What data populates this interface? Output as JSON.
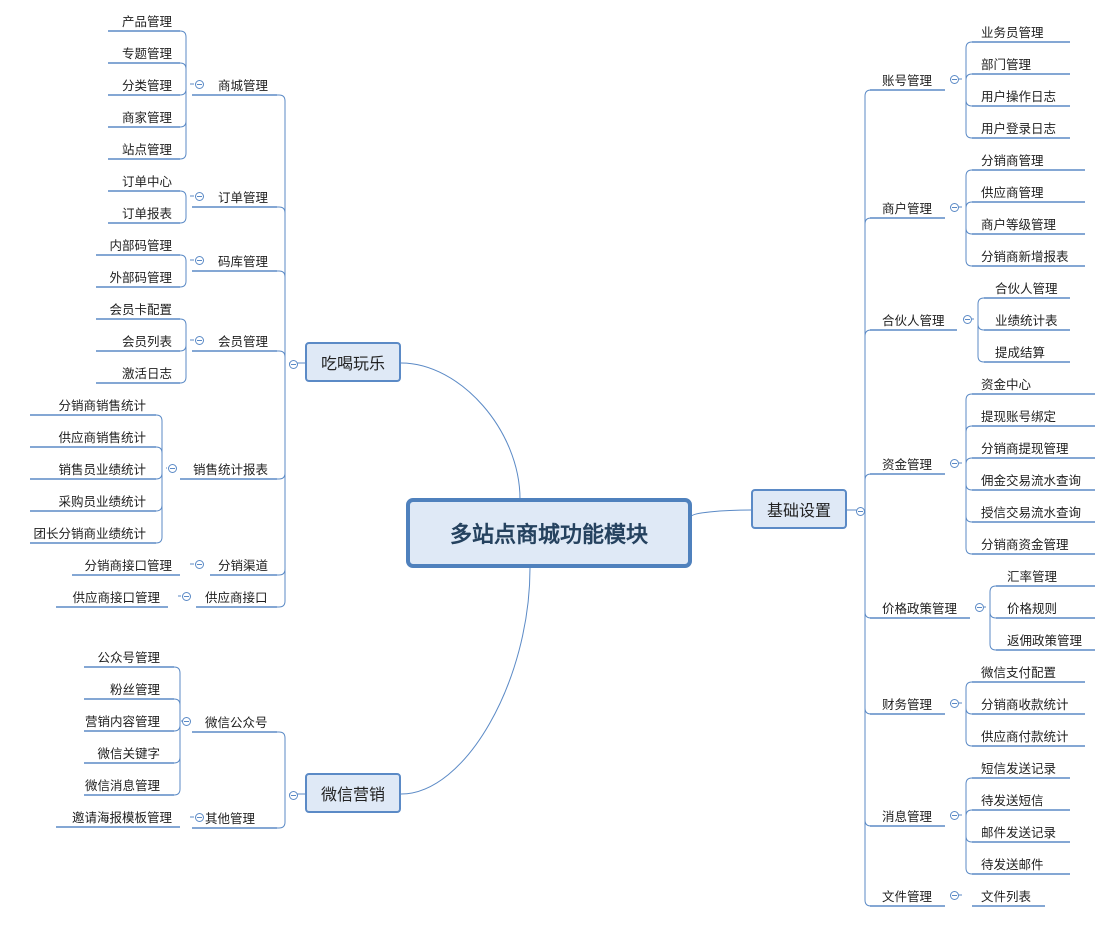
{
  "root": "多站点商城功能模块",
  "branches": [
    {
      "key": "b1",
      "label": "吃喝玩乐",
      "subs": [
        {
          "label": "商城管理",
          "leaves": [
            "产品管理",
            "专题管理",
            "分类管理",
            "商家管理",
            "站点管理"
          ]
        },
        {
          "label": "订单管理",
          "leaves": [
            "订单中心",
            "订单报表"
          ]
        },
        {
          "label": "码库管理",
          "leaves": [
            "内部码管理",
            "外部码管理"
          ]
        },
        {
          "label": "会员管理",
          "leaves": [
            "会员卡配置",
            "会员列表",
            "激活日志"
          ]
        },
        {
          "label": "销售统计报表",
          "leaves": [
            "分销商销售统计",
            "供应商销售统计",
            "销售员业绩统计",
            "采购员业绩统计",
            "团长分销商业绩统计"
          ]
        },
        {
          "label": "分销渠道",
          "leaves": [
            "分销商接口管理"
          ]
        },
        {
          "label": "供应商接口",
          "leaves": [
            "供应商接口管理"
          ]
        }
      ]
    },
    {
      "key": "b2",
      "label": "微信营销",
      "subs": [
        {
          "label": "微信公众号",
          "leaves": [
            "公众号管理",
            "粉丝管理",
            "营销内容管理",
            "微信关键字",
            "微信消息管理"
          ]
        },
        {
          "label": "其他管理",
          "leaves": [
            "邀请海报模板管理"
          ]
        }
      ]
    },
    {
      "key": "b3",
      "label": "基础设置",
      "subs": [
        {
          "label": "账号管理",
          "leaves": [
            "业务员管理",
            "部门管理",
            "用户操作日志",
            "用户登录日志"
          ]
        },
        {
          "label": "商户管理",
          "leaves": [
            "分销商管理",
            "供应商管理",
            "商户等级管理",
            "分销商新增报表"
          ]
        },
        {
          "label": "合伙人管理",
          "leaves": [
            "合伙人管理",
            "业绩统计表",
            "提成结算"
          ]
        },
        {
          "label": "资金管理",
          "leaves": [
            "资金中心",
            "提现账号绑定",
            "分销商提现管理",
            "佣金交易流水查询",
            "授信交易流水查询",
            "分销商资金管理"
          ]
        },
        {
          "label": "价格政策管理",
          "leaves": [
            "汇率管理",
            "价格规则",
            "返佣政策管理"
          ]
        },
        {
          "label": "财务管理",
          "leaves": [
            "微信支付配置",
            "分销商收款统计",
            "供应商付款统计"
          ]
        },
        {
          "label": "消息管理",
          "leaves": [
            "短信发送记录",
            "待发送短信",
            "邮件发送记录",
            "待发送邮件"
          ]
        },
        {
          "label": "文件管理",
          "leaves": [
            "文件列表"
          ]
        }
      ]
    }
  ],
  "colors": {
    "line": "#5b8ac6",
    "fill": "#dfe9f6",
    "rootBorder": "#4f81bd",
    "rootText": "#25425f"
  }
}
